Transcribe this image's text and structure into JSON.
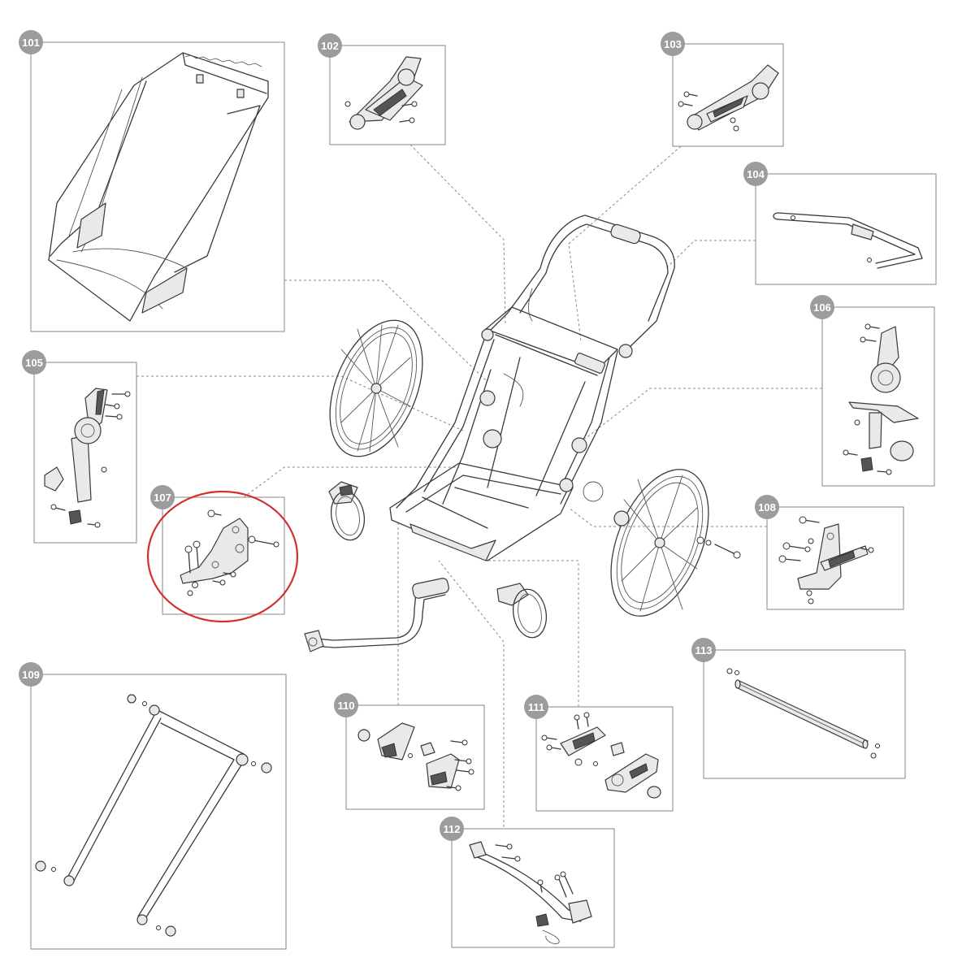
{
  "colors": {
    "highlight": "#d32f2f",
    "callout_badge": "#9c9c9c",
    "box_border": "#9a9a9a",
    "line_art": "#3a3a3a"
  },
  "highlighted_part": "107",
  "parts": [
    {
      "id": "p101",
      "label": "101",
      "depicts": "seat-hammock-icon"
    },
    {
      "id": "p102",
      "label": "102",
      "depicts": "right-handlebar-hinge-icon"
    },
    {
      "id": "p103",
      "label": "103",
      "depicts": "left-handlebar-hinge-icon"
    },
    {
      "id": "p104",
      "label": "104",
      "depicts": "handlebar-crossbar-icon"
    },
    {
      "id": "p105",
      "label": "105",
      "depicts": "left-frame-joint-icon"
    },
    {
      "id": "p106",
      "label": "106",
      "depicts": "right-frame-joint-icon"
    },
    {
      "id": "p107",
      "label": "107",
      "depicts": "left-bracket-kit-icon"
    },
    {
      "id": "p108",
      "label": "108",
      "depicts": "right-bracket-kit-icon"
    },
    {
      "id": "p109",
      "label": "109",
      "depicts": "side-frame-tubes-icon"
    },
    {
      "id": "p110",
      "label": "110",
      "depicts": "wheel-mount-kit-icon"
    },
    {
      "id": "p111",
      "label": "111",
      "depicts": "hitch-mount-kit-icon"
    },
    {
      "id": "p112",
      "label": "112",
      "depicts": "tow-arm-icon"
    },
    {
      "id": "p113",
      "label": "113",
      "depicts": "axle-tube-icon"
    }
  ]
}
